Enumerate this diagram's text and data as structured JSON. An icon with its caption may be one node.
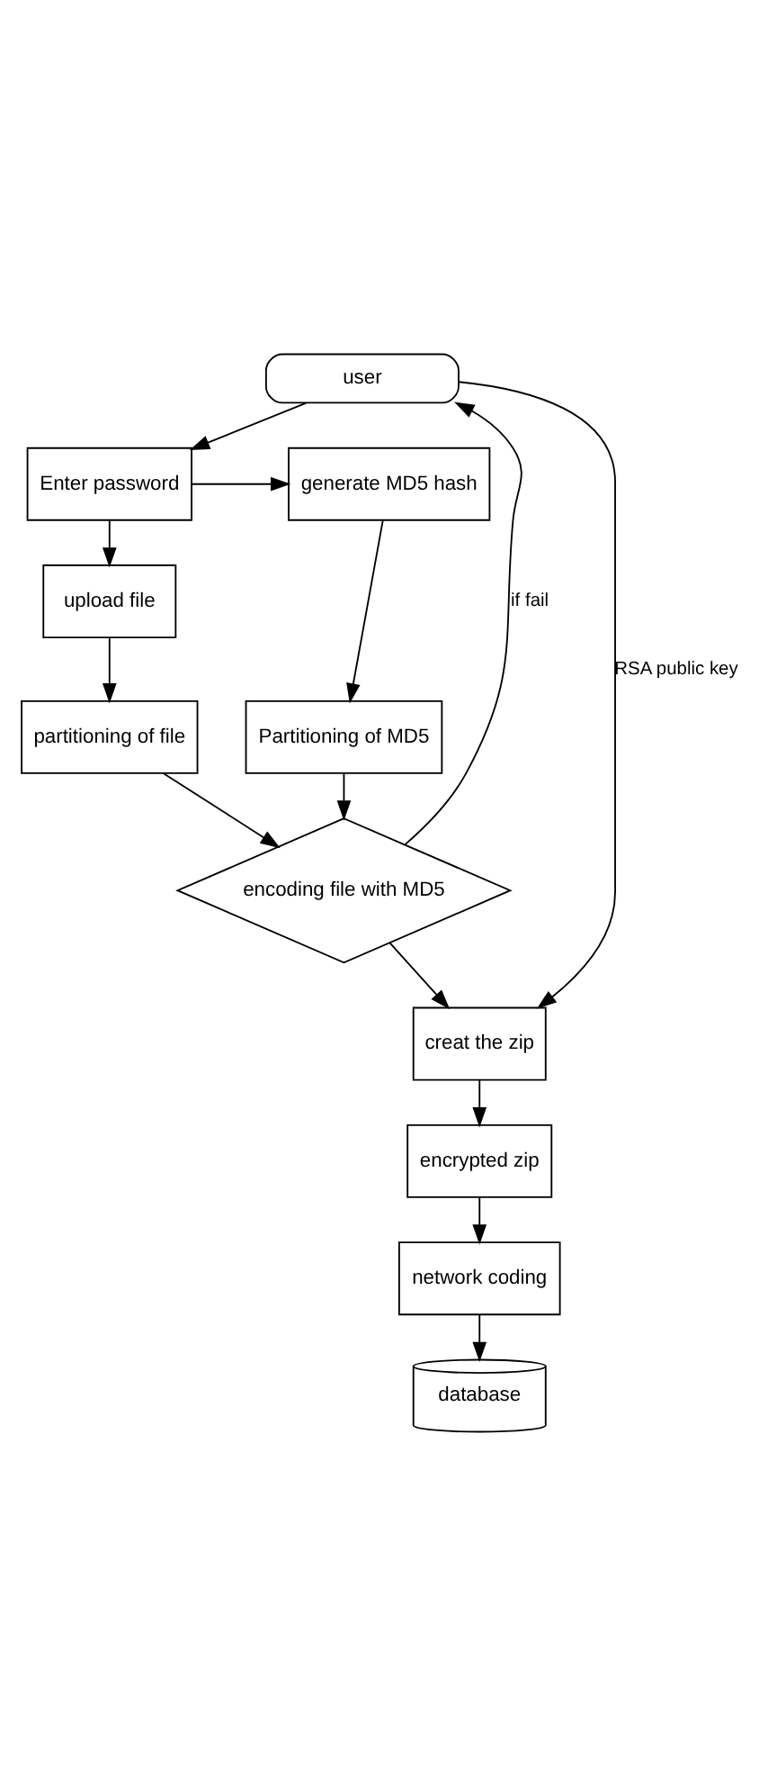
{
  "diagram": {
    "nodes": [
      {
        "text": [
          "user"
        ]
      },
      {
        "text": [
          "Enter password"
        ]
      },
      {
        "text": [
          "generate MD5 hash"
        ]
      },
      {
        "text": [
          "upload file"
        ]
      },
      {
        "text": [
          "partitioning of file"
        ]
      },
      {
        "text": [
          "Partitioning of MD5"
        ]
      },
      {
        "text": [
          "encoding file with MD5"
        ]
      },
      {
        "text": [
          "creat the zip"
        ]
      },
      {
        "text": [
          "encrypted zip"
        ]
      },
      {
        "text": [
          "network coding"
        ]
      },
      {
        "text": [
          "database"
        ]
      }
    ],
    "edges": [
      {
        "from": 0,
        "to": 1,
        "arrow": "to"
      },
      {
        "from": 1,
        "to": 2,
        "arrow": "to"
      },
      {
        "from": 1,
        "to": 3,
        "arrow": "to"
      },
      {
        "from": 2,
        "to": 5,
        "arrow": "to"
      },
      {
        "from": 3,
        "to": 4,
        "arrow": "to"
      },
      {
        "from": 4,
        "to": 6,
        "arrow": "to"
      },
      {
        "from": 5,
        "to": 6,
        "arrow": "to"
      },
      {
        "from": 6,
        "to": 0,
        "label": "if fail",
        "arrow": "to"
      },
      {
        "from": 6,
        "to": 7,
        "arrow": "to"
      },
      {
        "from": 0,
        "to": 7,
        "label": "RSA public key",
        "arrow": "to"
      },
      {
        "from": 7,
        "to": 8,
        "arrow": "to"
      },
      {
        "from": 8,
        "to": 9,
        "arrow": "to"
      },
      {
        "from": 9,
        "to": 10,
        "arrow": "to"
      }
    ]
  }
}
